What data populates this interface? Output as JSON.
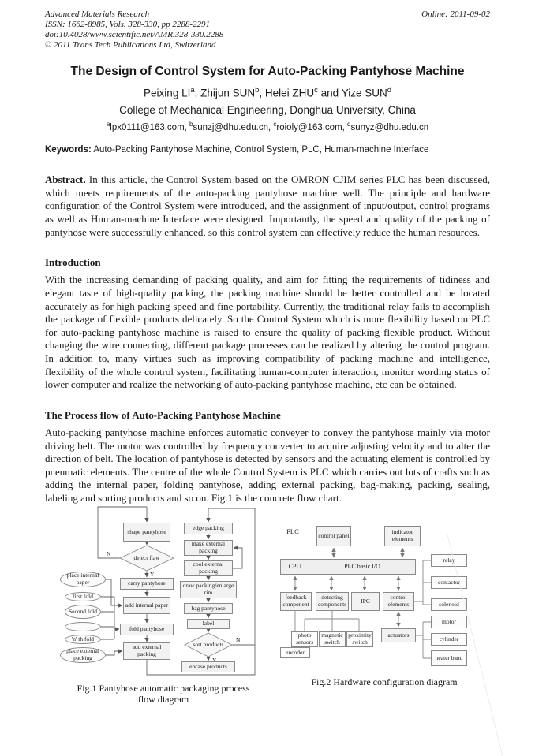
{
  "header": {
    "journal": "Advanced Materials Research",
    "issn_line": "ISSN: 1662-8985, Vols. 328-330, pp 2288-2291",
    "doi_line": "doi:10.4028/www.scientific.net/AMR.328-330.2288",
    "copyright_line": "© 2011 Trans Tech Publications Ltd, Switzerland",
    "online_date": "Online: 2011-09-02"
  },
  "title": "The Design of Control System for Auto-Packing Pantyhose Machine",
  "authors": [
    {
      "name": "Peixing LI",
      "sup": "a",
      "sep": ", "
    },
    {
      "name": "Zhijun SUN",
      "sup": "b",
      "sep": ", "
    },
    {
      "name": "Helei ZHU",
      "sup": "c",
      "sep": " and "
    },
    {
      "name": "Yize SUN",
      "sup": "d",
      "sep": ""
    }
  ],
  "affiliation": "College of Mechanical Engineering, Donghua University, China",
  "emails": [
    {
      "sup": "a",
      "text": "lpx0111@163.com",
      "sep": ", "
    },
    {
      "sup": "b",
      "text": "sunzj@dhu.edu.cn",
      "sep": ", "
    },
    {
      "sup": "c",
      "text": "roioly@163.com",
      "sep": ", "
    },
    {
      "sup": "d",
      "text": "sunyz@dhu.edu.cn",
      "sep": ""
    }
  ],
  "keywords": {
    "label": "Keywords:",
    "text": " Auto-Packing Pantyhose Machine, Control System, PLC, Human-machine Interface"
  },
  "abstract": {
    "label": "Abstract.",
    "text": " In this article, the Control System based on the OMRON CJIM series PLC has been discussed, which meets requirements of the auto-packing pantyhose machine well. The principle and hardware configuration of the Control System were introduced, and the assignment of input/output, control programs as well as Human-machine Interface were designed. Importantly, the speed and quality of the packing of pantyhose were successfully enhanced, so this control system can effectively reduce the human resources."
  },
  "sections": {
    "intro_heading": "Introduction",
    "intro_body": "With the increasing demanding of packing quality, and aim for fitting the requirements of tidiness and elegant taste of high-quality packing, the packing machine should be better controlled and be located accurately as for high packing speed and fine portability. Currently, the traditional relay fails to accomplish the package of flexible products delicately. So the Control System which is more flexibility based on PLC for auto-packing pantyhose machine is raised to ensure the quality of packing flexible product. Without changing the wire connecting, different package processes can be realized by altering the control program. In addition to, many virtues such as improving compatibility of packing machine and intelligence, flexibility of the whole control system, facilitating human-computer interaction, monitor wording status of lower computer and realize the networking of auto-packing pantyhose machine, etc can be obtained.",
    "process_heading": "The Process flow of Auto-Packing Pantyhose Machine",
    "process_body": "Auto-packing pantyhose machine enforces automatic conveyer to convey the pantyhose mainly via motor driving belt. The motor was controlled by frequency converter to acquire adjusting velocity and to alter the direction of belt. The location of pantyhose is detected by sensors and the actuating element is controlled by pneumatic elements. The centre of the whole Control System is PLC which carries out lots of crafts such as adding the internal paper, folding pantyhose, adding external packing, bag-making, packing, sealing, labeling and sorting products and so on. Fig.1 is the concrete flow chart."
  },
  "fig1": {
    "caption_line1": "Fig.1 Pantyhose automatic packaging process",
    "caption_line2": "flow diagram",
    "nodes": {
      "shape": "shape pantyhose",
      "detect": "detect flaw",
      "carry": "carry pantyhose",
      "add_internal": "add internal paper",
      "fold": "fold pantyhose",
      "add_external": "add external packing",
      "place_internal": "place internal paper",
      "first_fold": "first fold",
      "second_fold": "Second fold",
      "dots": "...",
      "nth_fold": "'n' th fold",
      "place_external": "place external packing",
      "edge": "edge packing",
      "make_ext": "make external packing",
      "cool_ext": "cool external packing",
      "draw_rim": "draw packing/enlarge rim",
      "bag": "bag pantyhose",
      "label": "label",
      "sort": "sort products",
      "encase": "encase products",
      "n1": "N",
      "y1": "Y",
      "n2": "N",
      "y2": "Y"
    }
  },
  "fig2": {
    "caption": "Fig.2 Hardware configuration diagram",
    "labels": {
      "plc": "PLC",
      "control_panel": "control panel",
      "indicator": "indicator elements",
      "cpu": "CPU",
      "basic_io": "PLC basic I/O",
      "feedback": "feedback component",
      "detecting": "detecting components",
      "ipc": "IPC",
      "control_elements": "control elements",
      "encoder": "encoder",
      "photo": "photo sensors",
      "magnetic": "magnetic switch",
      "proximity": "proximity switch",
      "actuators": "actuators",
      "relay": "relay",
      "contactor": "contactor",
      "solenoid": "solenoid",
      "motor": "motor",
      "cylinder": "cylinder",
      "heater": "heater band"
    }
  },
  "colors": {
    "page_bg": "#ffffff",
    "text": "#1a1a1a",
    "diagram_box_fill": "#f2f2f2",
    "diagram_line": "#666666"
  }
}
